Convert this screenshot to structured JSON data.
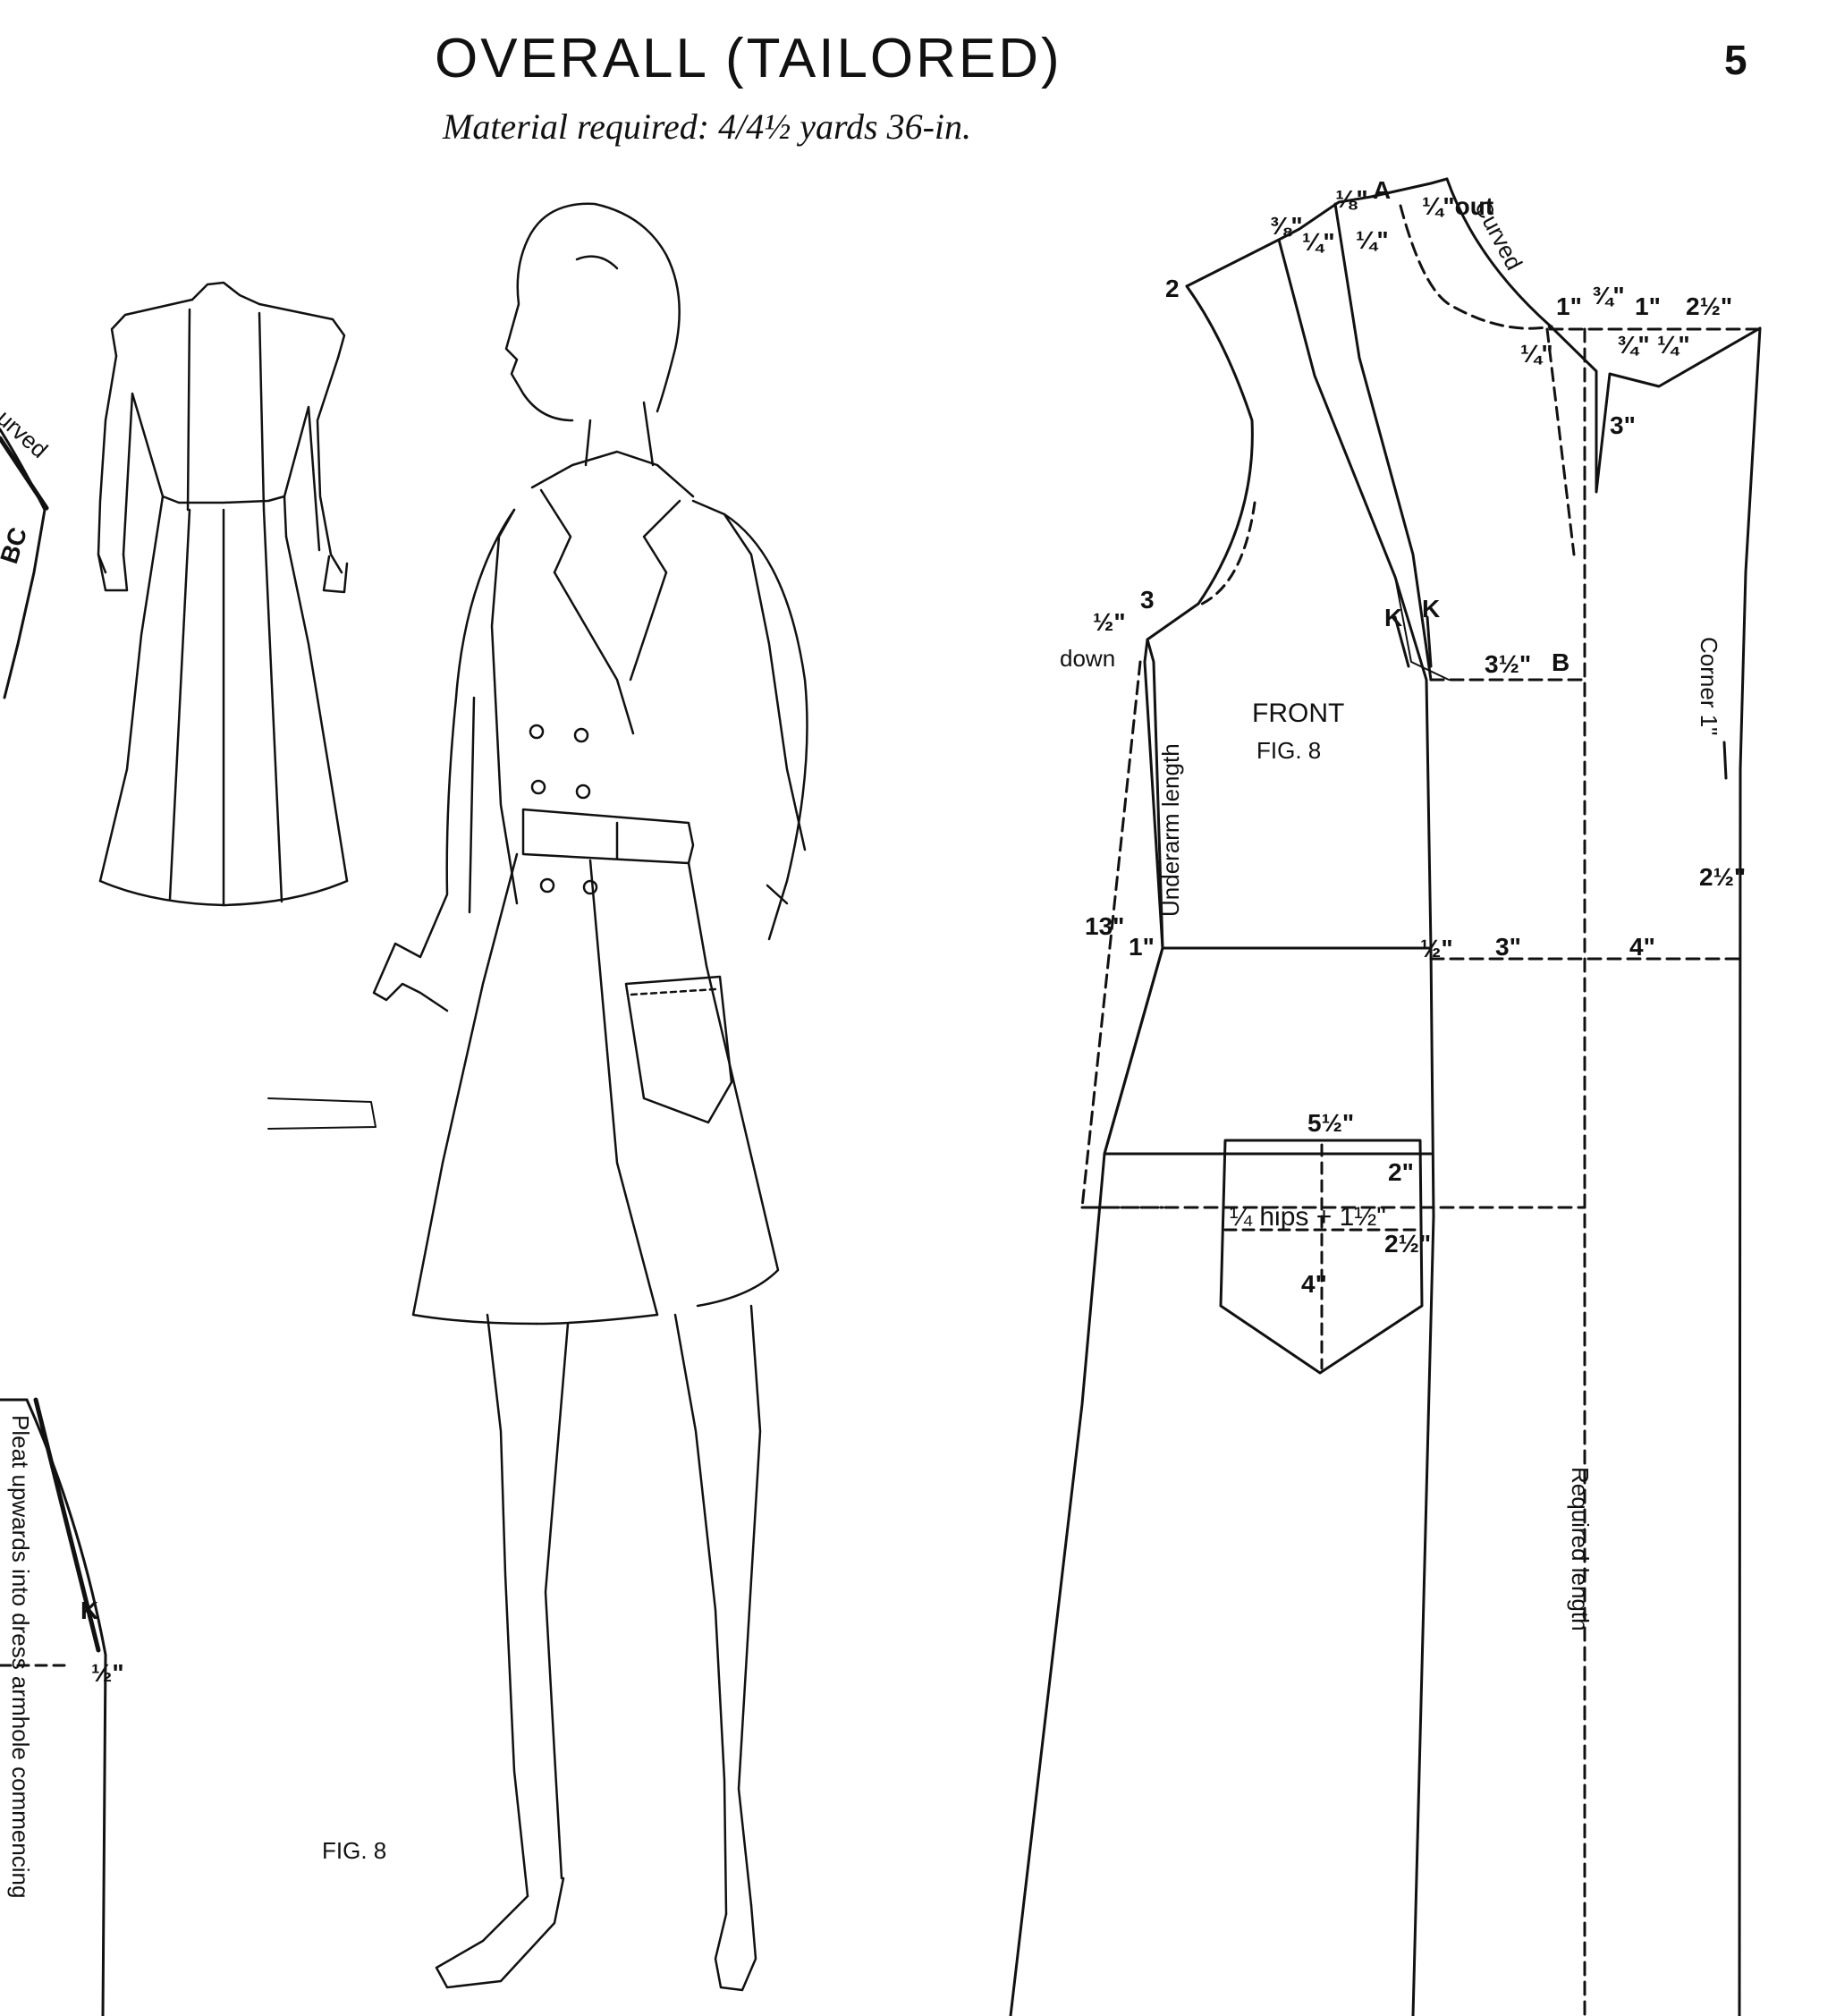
{
  "header": {
    "title": "OVERALL (TAILORED)",
    "subtitle": "Material required: 4/4½ yards 36-in.",
    "page_number": "5"
  },
  "figure": {
    "fig_label": "FIG. 8"
  },
  "pattern": {
    "panel_title": "FRONT",
    "panel_fig": "FIG. 8",
    "underarm_label": "Underarm length",
    "required_length_label": "Required length",
    "corner_label": "Corner 1\"",
    "curved_label": "Curved",
    "half_down": "½\"",
    "down": "down",
    "hips_label": "¼ hips + 1½\"",
    "pocket_width": "5½\"",
    "pocket_depth": "4\"",
    "pocket_side": "2\"",
    "pocket_side2": "2½\"",
    "m_2": "2",
    "m_3": "3",
    "m_13": "13\"",
    "m_1": "1\"",
    "m_half": "½\"",
    "m_3in": "3\"",
    "m_4in": "4\"",
    "m_3half": "3½\"",
    "m_B": "B",
    "m_A": "A",
    "m_K1": "K",
    "m_K2": "K",
    "m_2half_right": "2½\"",
    "m_top_2half": "2½\"",
    "m_top_1": "1\"",
    "m_top_1b": "1\"",
    "m_top_34": "¾\"",
    "m_top_34b": "¾\"",
    "m_top_14": "¼\"",
    "m_top_14out": "¼\"out",
    "m_top_18": "⅛\"",
    "m_top_38": "⅜\"",
    "m_top_14b": "¼\"",
    "m_top_14c": "¼\"",
    "m_top_14d": "¼\"",
    "m_3in_lapel": "3\""
  },
  "left_edge": {
    "pleat_text": "Pleat upwards into dress armhole commencing",
    "curved_fragment": "urved",
    "bc_label": "BC",
    "k_label": "K",
    "half_label": "½\""
  }
}
